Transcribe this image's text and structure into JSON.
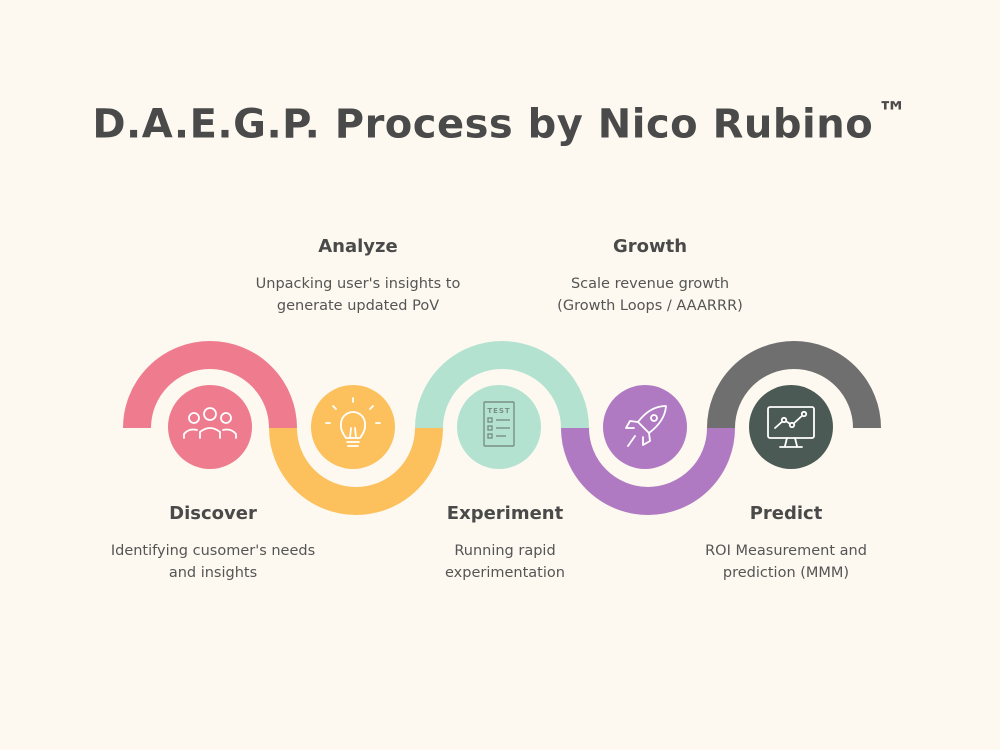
{
  "title": {
    "text": "D.A.E.G.P. Process by Nico Rubino",
    "tm": "™"
  },
  "colors": {
    "discover": "#ee7c8e",
    "analyze": "#fcc15d",
    "experiment": "#b3e2d1",
    "growth": "#b07ac2",
    "predict": "#6f6f6f",
    "predict_center": "#4c5a55",
    "background": "#fdf9f0"
  },
  "stages": {
    "discover": {
      "label": "Discover",
      "desc1": "Identifying cusomer's needs",
      "desc2": "and insights",
      "icon": "people-group-icon"
    },
    "analyze": {
      "label": "Analyze",
      "desc1": "Unpacking user's insights to",
      "desc2": "generate updated PoV",
      "icon": "lightbulb-icon"
    },
    "experiment": {
      "label": "Experiment",
      "desc1": "Running rapid",
      "desc2": "experimentation",
      "icon": "test-checklist-icon",
      "icon_text": "TEST"
    },
    "growth": {
      "label": "Growth",
      "desc1": "Scale revenue growth",
      "desc2": "(Growth Loops / AAARRR)",
      "icon": "rocket-icon"
    },
    "predict": {
      "label": "Predict",
      "desc1": "ROI Measurement  and",
      "desc2": "prediction (MMM)",
      "icon": "monitor-chart-icon"
    }
  }
}
